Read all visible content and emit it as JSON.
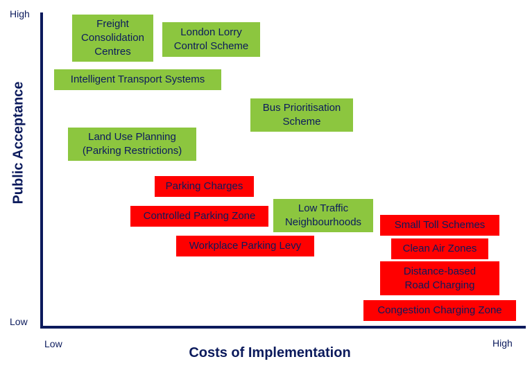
{
  "axes": {
    "y_title": "Public Acceptance",
    "x_title": "Costs of Implementation",
    "y_high": "High",
    "y_low": "Low",
    "x_low": "Low",
    "x_high": "High"
  },
  "colors": {
    "axis": "#0b1a5c",
    "green_box": "#8cc63f",
    "red_box": "#ff0000",
    "text": "#0b1a5c"
  },
  "measures": {
    "freight": "Freight\nConsolidation\nCentres",
    "london_lorry": "London Lorry\nControl Scheme",
    "its": "Intelligent Transport Systems",
    "bus": "Bus Prioritisation\nScheme",
    "land_use": "Land Use Planning\n(Parking Restrictions)",
    "parking_charges": "Parking Charges",
    "controlled_parking": "Controlled Parking Zone",
    "ltn": "Low Traffic\nNeighbourhoods",
    "workplace_levy": "Workplace Parking Levy",
    "small_toll": "Small Toll Schemes",
    "clean_air": "Clean Air Zones",
    "distance_charging": "Distance-based\nRoad Charging",
    "congestion_zone": "Congestion Charging Zone"
  }
}
